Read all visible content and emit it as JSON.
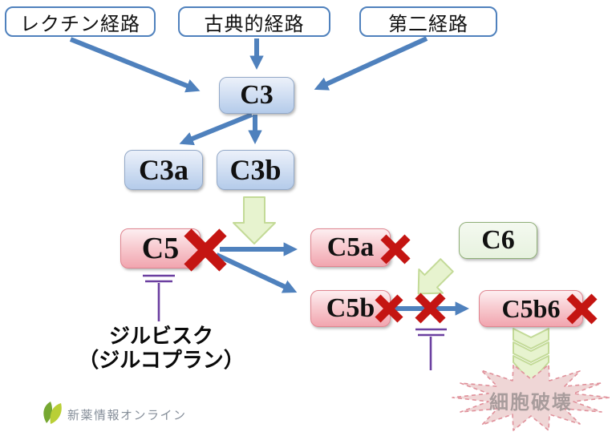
{
  "pathway_boxes": [
    {
      "label": "レクチン経路"
    },
    {
      "label": "古典的経路"
    },
    {
      "label": "第二経路"
    }
  ],
  "nodes": {
    "c3": {
      "label": "C3"
    },
    "c3a": {
      "label": "C3a"
    },
    "c3b": {
      "label": "C3b"
    },
    "c5": {
      "label": "C5"
    },
    "c5a": {
      "label": "C5a"
    },
    "c5b": {
      "label": "C5b"
    },
    "c5b6": {
      "label": "C5b6"
    },
    "c6": {
      "label": "C6"
    }
  },
  "drug": {
    "line1": "ジルビスク",
    "line2": "（ジルコプラン）"
  },
  "outcome": {
    "label": "細胞破壊"
  },
  "footer": {
    "brand": "新薬情報オンライン"
  },
  "icons": {
    "blocked": "x-mark-icon",
    "inhibition": "inhibition-bar-icon",
    "process": "green-block-arrow-icon",
    "flow": "blue-arrow-icon",
    "brand": "leaf-icon",
    "destruction": "starburst-icon"
  },
  "colors": {
    "arrow_blue": "#4f81bd",
    "node_blue_border": "#93a9c8",
    "node_pink_border": "#e0848f",
    "node_green_border": "#8fae77",
    "blocked_x_red": "#c41512",
    "inhibitor_purple": "#6b3fa0",
    "process_green_fill": "#e7f3cf",
    "process_green_border": "#c3da97",
    "burst_fill": "#efd6d6",
    "burst_border": "#e0909a",
    "outcome_text": "#a89c9c",
    "brand_text": "#858e99"
  }
}
